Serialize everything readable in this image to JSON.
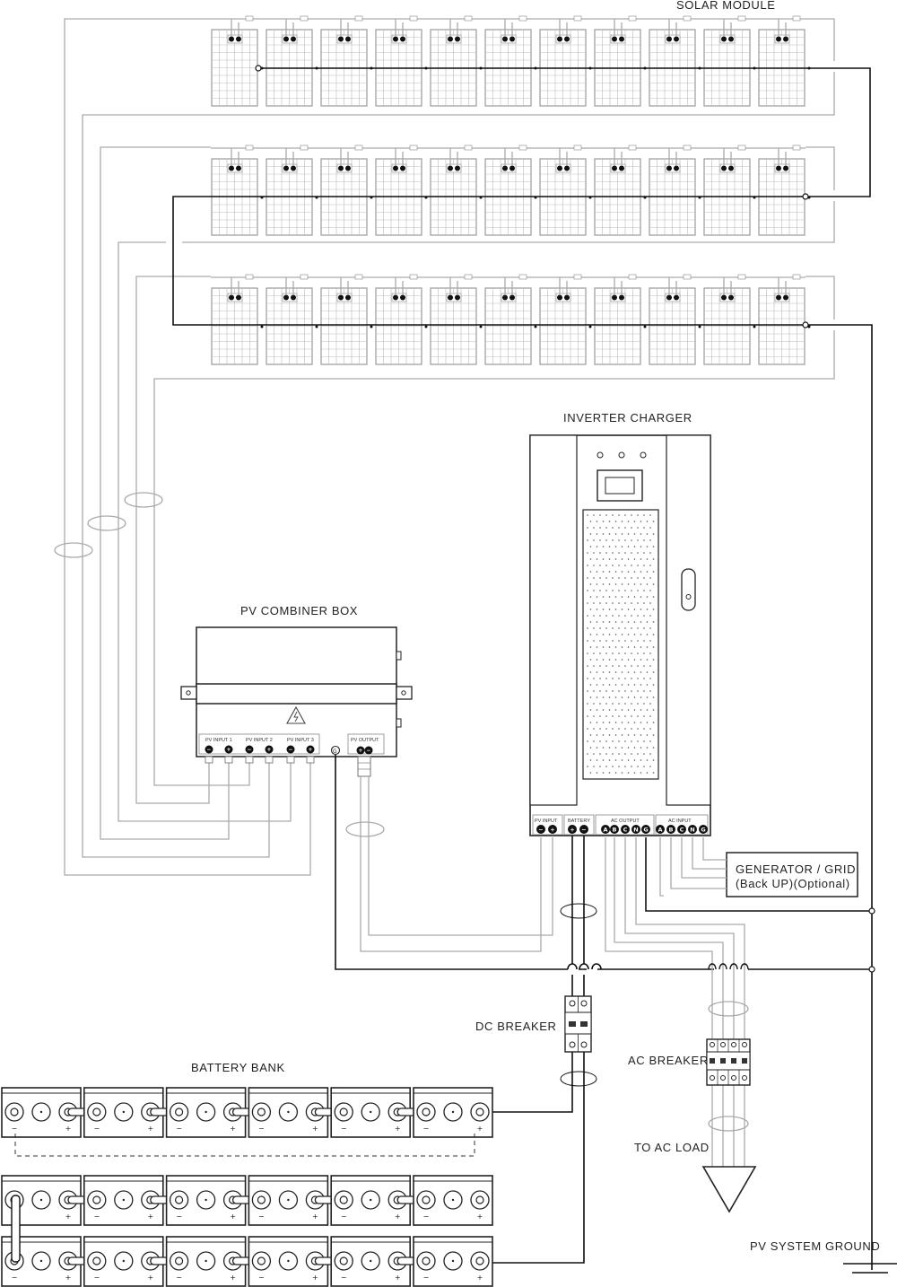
{
  "labels": {
    "solar_module": "SOLAR MODULE",
    "inverter_charger": "INVERTER CHARGER",
    "pv_combiner_box": "PV COMBINER BOX",
    "generator_grid_line1": "GENERATOR / GRID",
    "generator_grid_line2": "(Back UP)(Optional)",
    "dc_breaker": "DC BREAKER",
    "ac_breaker": "AC BREAKER",
    "battery_bank": "BATTERY BANK",
    "to_ac_load": "TO AC LOAD",
    "pv_system_ground": "PV SYSTEM GROUND"
  },
  "combiner_box": {
    "pv_input_1": "PV INPUT 1",
    "pv_input_2": "PV INPUT 2",
    "pv_input_3": "PV INPUT 3",
    "pv_output": "PV OUTPUT"
  },
  "inverter_terminals": {
    "pv_input": "PV INPUT",
    "battery": "BATTERY",
    "ac_output": "AC OUTPUT",
    "ac_input": "AC INPUT",
    "phase_letters": [
      "A",
      "B",
      "C",
      "N",
      "G"
    ]
  },
  "solar_array": {
    "rows": 3,
    "modules_per_row": 11
  },
  "battery_array": {
    "rows": 3,
    "batteries_per_row": 6
  },
  "colors": {
    "wire_grey": "#aaaaaa",
    "wire_black": "#111111",
    "outline": "#222222"
  }
}
